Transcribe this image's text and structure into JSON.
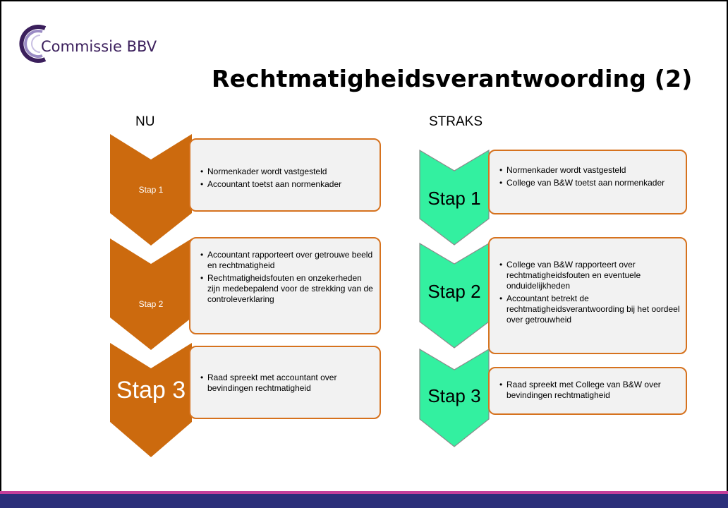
{
  "logo": {
    "text": "Commissie BBV"
  },
  "title": "Rechtmatigheidsverantwoording (2)",
  "columns": {
    "now": {
      "heading": "NU",
      "steps": [
        {
          "label": "Stap 1",
          "bullets": [
            "Normenkader  wordt vastgesteld",
            "Accountant toetst aan normenkader"
          ]
        },
        {
          "label": "Stap 2",
          "bullets": [
            "Accountant rapporteert over getrouwe beeld en rechtmatigheid",
            "Rechtmatigheidsfouten en onzekerheden zijn medebepalend voor de strekking van de controleverklaring"
          ]
        },
        {
          "label": "Stap 3",
          "bullets": [
            "Raad spreekt met accountant over bevindingen rechtmatigheid"
          ]
        }
      ]
    },
    "later": {
      "heading": "STRAKS",
      "steps": [
        {
          "label": "Stap 1",
          "bullets": [
            "Normenkader  wordt vastgesteld",
            "College van B&W toetst aan normenkader"
          ]
        },
        {
          "label": "Stap 2",
          "bullets": [
            "College van B&W rapporteert  over rechtmatigheidsfouten en eventuele onduidelijkheden",
            "Accountant  betrekt  de rechtmatigheidsverantwoording  bij het oordeel over getrouwheid"
          ]
        },
        {
          "label": "Stap 3",
          "bullets": [
            "Raad spreekt met College van B&W over bevindingen rechtmatigheid"
          ]
        }
      ]
    }
  },
  "colors": {
    "orange": "#cc6a0e",
    "green": "#33f0a0",
    "box_border": "#d6721e",
    "box_fill": "#f2f2f2",
    "footer": "#2b2f7a",
    "footer_accent": "#c43f9a"
  }
}
